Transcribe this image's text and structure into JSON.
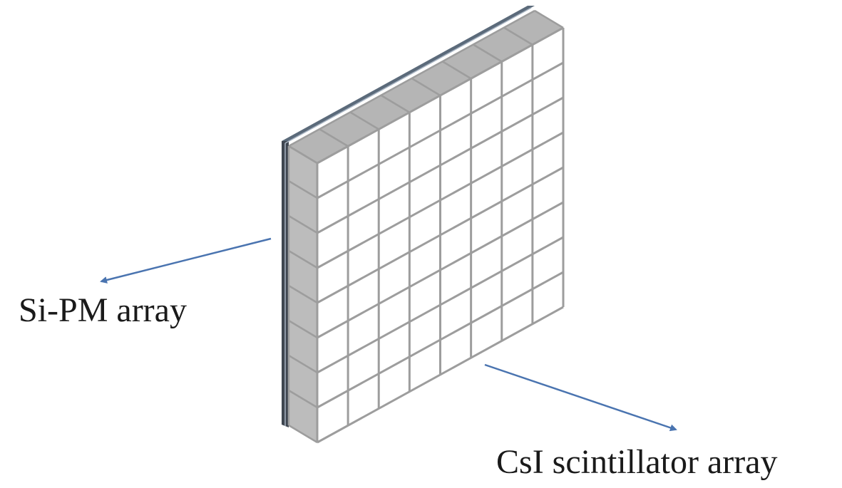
{
  "labels": {
    "sipm": "Si-PM array",
    "csi": "CsI scintillator array"
  },
  "grid": {
    "rows": 8,
    "cols": 8
  },
  "colors": {
    "crystal_front": "#ffffff",
    "crystal_edge": "#9d9d9d",
    "crystal_top_face": "#b5b5b5",
    "crystal_side_face": "#bcbcbc",
    "sipm_layer": "#5b6a7a",
    "sipm_dark": "#3f4650",
    "arrow": "#4a74b0",
    "text": "#1a1a1a"
  }
}
